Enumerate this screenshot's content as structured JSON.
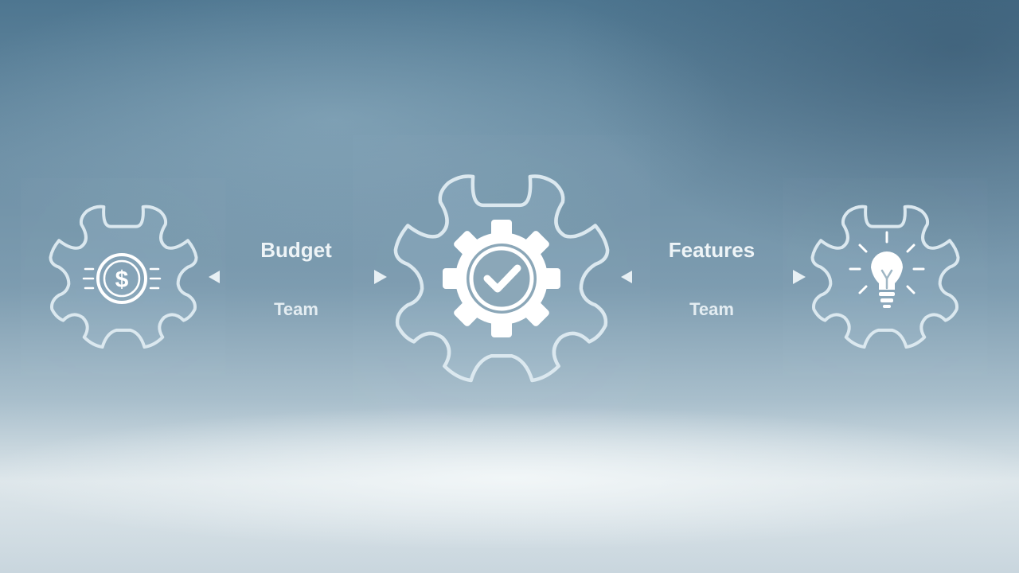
{
  "nodes": [
    {
      "id": "budget-node",
      "icon": "dollar-coin-icon"
    },
    {
      "id": "center-node",
      "icon": "gear-check-icon"
    },
    {
      "id": "idea-node",
      "icon": "lightbulb-icon"
    }
  ],
  "connectors": [
    {
      "top_label": "Budget",
      "bottom_label": "Team"
    },
    {
      "top_label": "Features",
      "bottom_label": "Team"
    }
  ],
  "colors": {
    "outline": "#dbe8ef",
    "icon": "#ffffff",
    "arrow": "#e8f0f4"
  }
}
